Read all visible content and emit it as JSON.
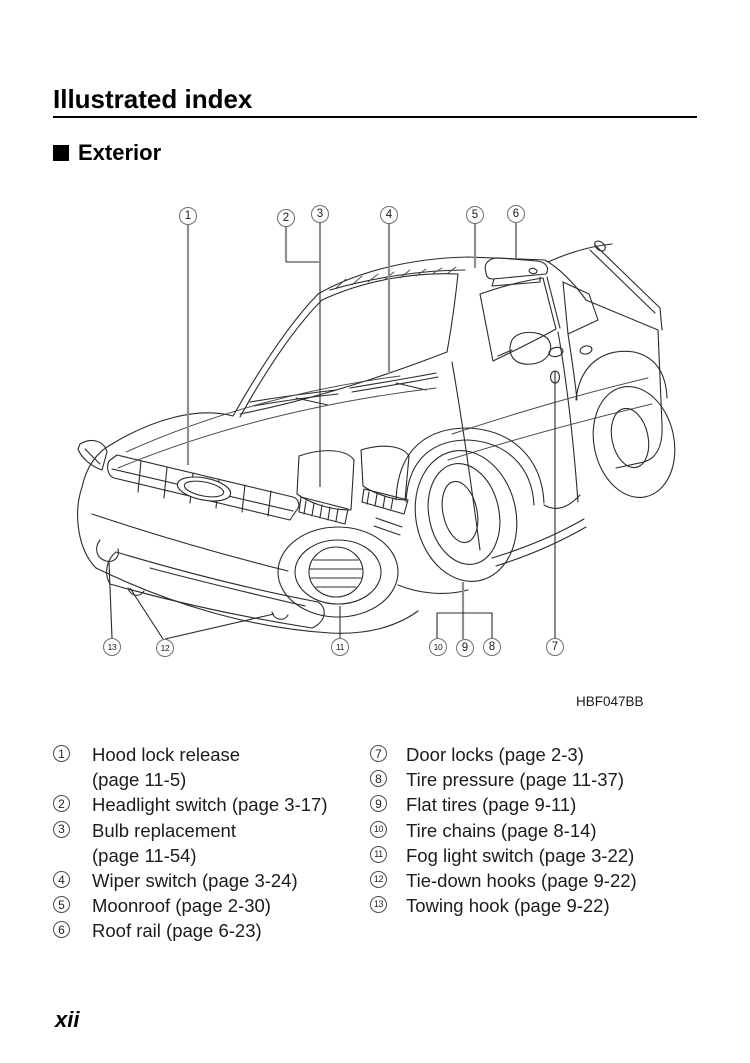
{
  "header": {
    "title": "Illustrated index",
    "section": "Exterior"
  },
  "figure": {
    "code": "HBF047BB",
    "callouts": [
      "1",
      "2",
      "3",
      "4",
      "5",
      "6",
      "7",
      "8",
      "9",
      "10",
      "11",
      "12",
      "13"
    ]
  },
  "index": {
    "left": [
      {
        "num": "1",
        "line1": "Hood lock release",
        "line2": "(page 11-5)"
      },
      {
        "num": "2",
        "line1": "Headlight switch (page 3-17)",
        "line2": ""
      },
      {
        "num": "3",
        "line1": "Bulb replacement",
        "line2": "(page 11-54)"
      },
      {
        "num": "4",
        "line1": "Wiper switch (page 3-24)",
        "line2": ""
      },
      {
        "num": "5",
        "line1": "Moonroof (page 2-30)",
        "line2": ""
      },
      {
        "num": "6",
        "line1": "Roof rail (page 6-23)",
        "line2": ""
      }
    ],
    "right": [
      {
        "num": "7",
        "line1": "Door locks (page 2-3)",
        "line2": ""
      },
      {
        "num": "8",
        "line1": "Tire pressure (page 11-37)",
        "line2": ""
      },
      {
        "num": "9",
        "line1": "Flat tires (page 9-11)",
        "line2": ""
      },
      {
        "num": "10",
        "line1": "Tire chains (page 8-14)",
        "line2": ""
      },
      {
        "num": "11",
        "line1": "Fog light switch (page 3-22)",
        "line2": ""
      },
      {
        "num": "12",
        "line1": "Tie-down hooks (page 9-22)",
        "line2": ""
      },
      {
        "num": "13",
        "line1": "Towing hook (page 9-22)",
        "line2": ""
      }
    ]
  },
  "footer": {
    "page_number": "xii"
  },
  "colors": {
    "ink": "#111111",
    "background": "#ffffff",
    "leader_gray": "#8f8f8f"
  }
}
